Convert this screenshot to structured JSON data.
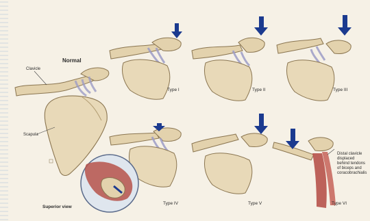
{
  "figure": {
    "normal_title": "Normal",
    "clavicle_label": "Clavicle",
    "scapula_label": "Scapula",
    "superior_view_label": "Superior view",
    "type_labels": [
      "Type I",
      "Type II",
      "Type III",
      "Type IV",
      "Type V",
      "Type VI"
    ],
    "annotation_lines": [
      "Distal clavicle",
      "displaced",
      "behind tendons",
      "of biceps and",
      "coracobrachialis"
    ]
  },
  "colors": {
    "background": "#f6f1e6",
    "bone": "#e3d2ad",
    "bone_stroke": "#8a7550",
    "ligament": "#c9c9e0",
    "arrow": "#1b3a8f",
    "muscle": "#b7524a"
  },
  "icons": [
    "down-arrow-icon"
  ]
}
